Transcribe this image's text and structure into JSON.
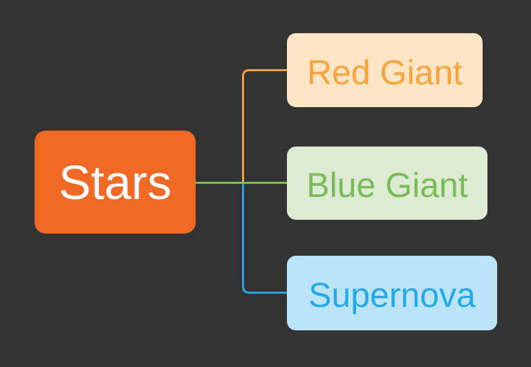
{
  "diagram": {
    "type": "mindmap",
    "background": "#333333",
    "root": {
      "label": "Stars",
      "bg": "#F06A26",
      "text_color": "#FFFFFF"
    },
    "children": [
      {
        "label": "Red Giant",
        "bg": "#FCE5C4",
        "text_color": "#F9A33C",
        "connector_color": "#F2A33F"
      },
      {
        "label": "Blue Giant",
        "bg": "#DEEAD3",
        "text_color": "#77BD56",
        "connector_color": "#7DBC5C"
      },
      {
        "label": "Supernova",
        "bg": "#BCE4F9",
        "text_color": "#25A9EA",
        "connector_color": "#2AA5E4"
      }
    ]
  }
}
